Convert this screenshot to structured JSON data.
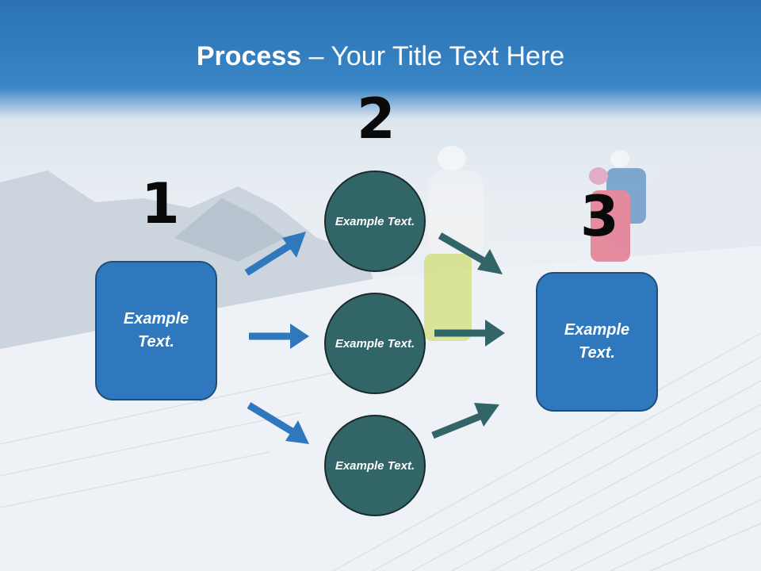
{
  "title": {
    "bold": "Process",
    "rest": " – Your Title Text Here"
  },
  "steps": {
    "one": "1",
    "two": "2",
    "three": "3"
  },
  "left_box": {
    "label": "Example Text."
  },
  "circles": [
    {
      "label": "Example Text."
    },
    {
      "label": "Example Text."
    },
    {
      "label": "Example Text."
    }
  ],
  "right_box": {
    "label": "Example Text."
  },
  "colors": {
    "box": "#2f78bd",
    "circle": "#316567",
    "arrow_blue": "#2f78bd",
    "arrow_teal": "#316567"
  }
}
